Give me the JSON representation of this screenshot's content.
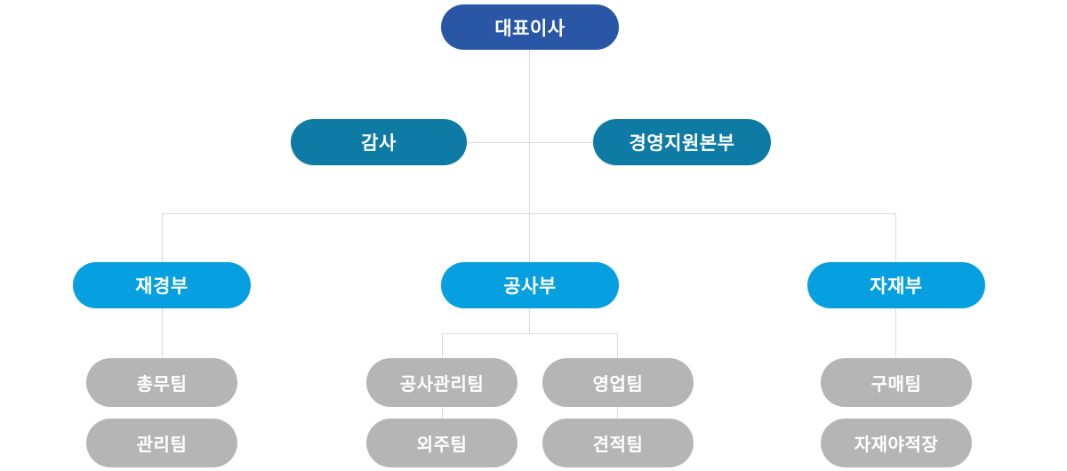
{
  "diagram": {
    "type": "organization-chart",
    "language": "ko"
  },
  "colors": {
    "level1": "#2a57a5",
    "level2": "#0e7ba5",
    "level3": "#06a0e0",
    "level4": "#b5b5b5",
    "connector": "#dcdcdc",
    "text": "#ffffff",
    "background": "#ffffff"
  },
  "nodes": {
    "ceo": "대표이사",
    "audit": "감사",
    "management_support": "경영지원본부",
    "finance_dept": "재경부",
    "construction_dept": "공사부",
    "materials_dept": "자재부",
    "general_affairs_team": "총무팀",
    "admin_team": "관리팀",
    "construction_mgmt_team": "공사관리팀",
    "outsourcing_team": "외주팀",
    "sales_team": "영업팀",
    "estimation_team": "견적팀",
    "purchasing_team": "구매팀",
    "material_yard": "자재야적장"
  },
  "edges": [
    [
      "ceo",
      "audit"
    ],
    [
      "ceo",
      "management_support"
    ],
    [
      "ceo",
      "finance_dept"
    ],
    [
      "ceo",
      "construction_dept"
    ],
    [
      "ceo",
      "materials_dept"
    ],
    [
      "finance_dept",
      "general_affairs_team"
    ],
    [
      "construction_dept",
      "construction_mgmt_team"
    ],
    [
      "construction_dept",
      "sales_team"
    ],
    [
      "construction_mgmt_team",
      "outsourcing_team"
    ],
    [
      "sales_team",
      "estimation_team"
    ],
    [
      "materials_dept",
      "purchasing_team"
    ]
  ]
}
